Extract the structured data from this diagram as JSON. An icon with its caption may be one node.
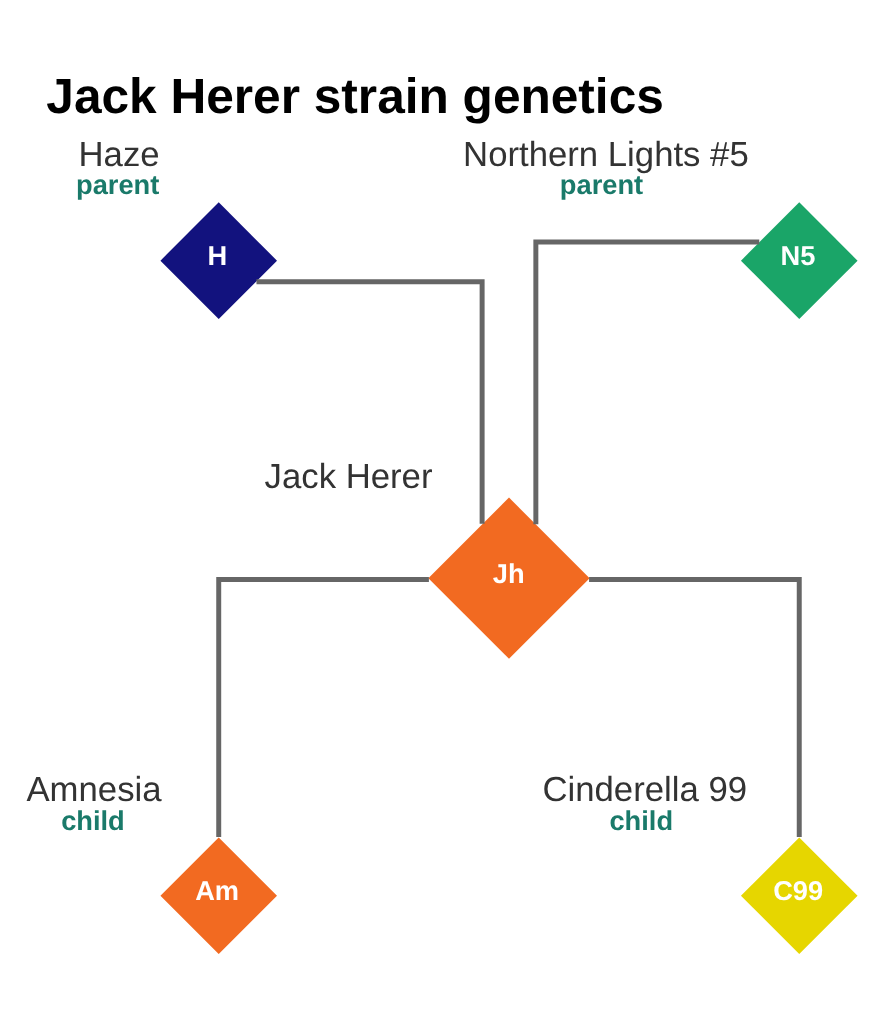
{
  "diagram": {
    "title": "Jack Herer strain genetics",
    "nodes": [
      {
        "text": [
          "H",
          "Haze"
        ],
        "beside": [
          "parent"
        ]
      },
      {
        "text": [
          "N5",
          "Northern Lights #5"
        ],
        "beside": [
          "parent"
        ]
      },
      {
        "text": [
          "Jh",
          "Jack Herer"
        ]
      },
      {
        "text": [
          "Am",
          "Amnesia"
        ],
        "beside": [
          "child"
        ]
      },
      {
        "text": [
          "C99",
          "Cinderella 99"
        ],
        "beside": [
          "child"
        ]
      }
    ],
    "edges": [
      {
        "from": 0,
        "to": 2,
        "arrow": "none"
      },
      {
        "from": 1,
        "to": 2,
        "arrow": "none"
      },
      {
        "from": 2,
        "to": 3,
        "arrow": "none"
      },
      {
        "from": 2,
        "to": 4,
        "arrow": "none"
      }
    ]
  }
}
